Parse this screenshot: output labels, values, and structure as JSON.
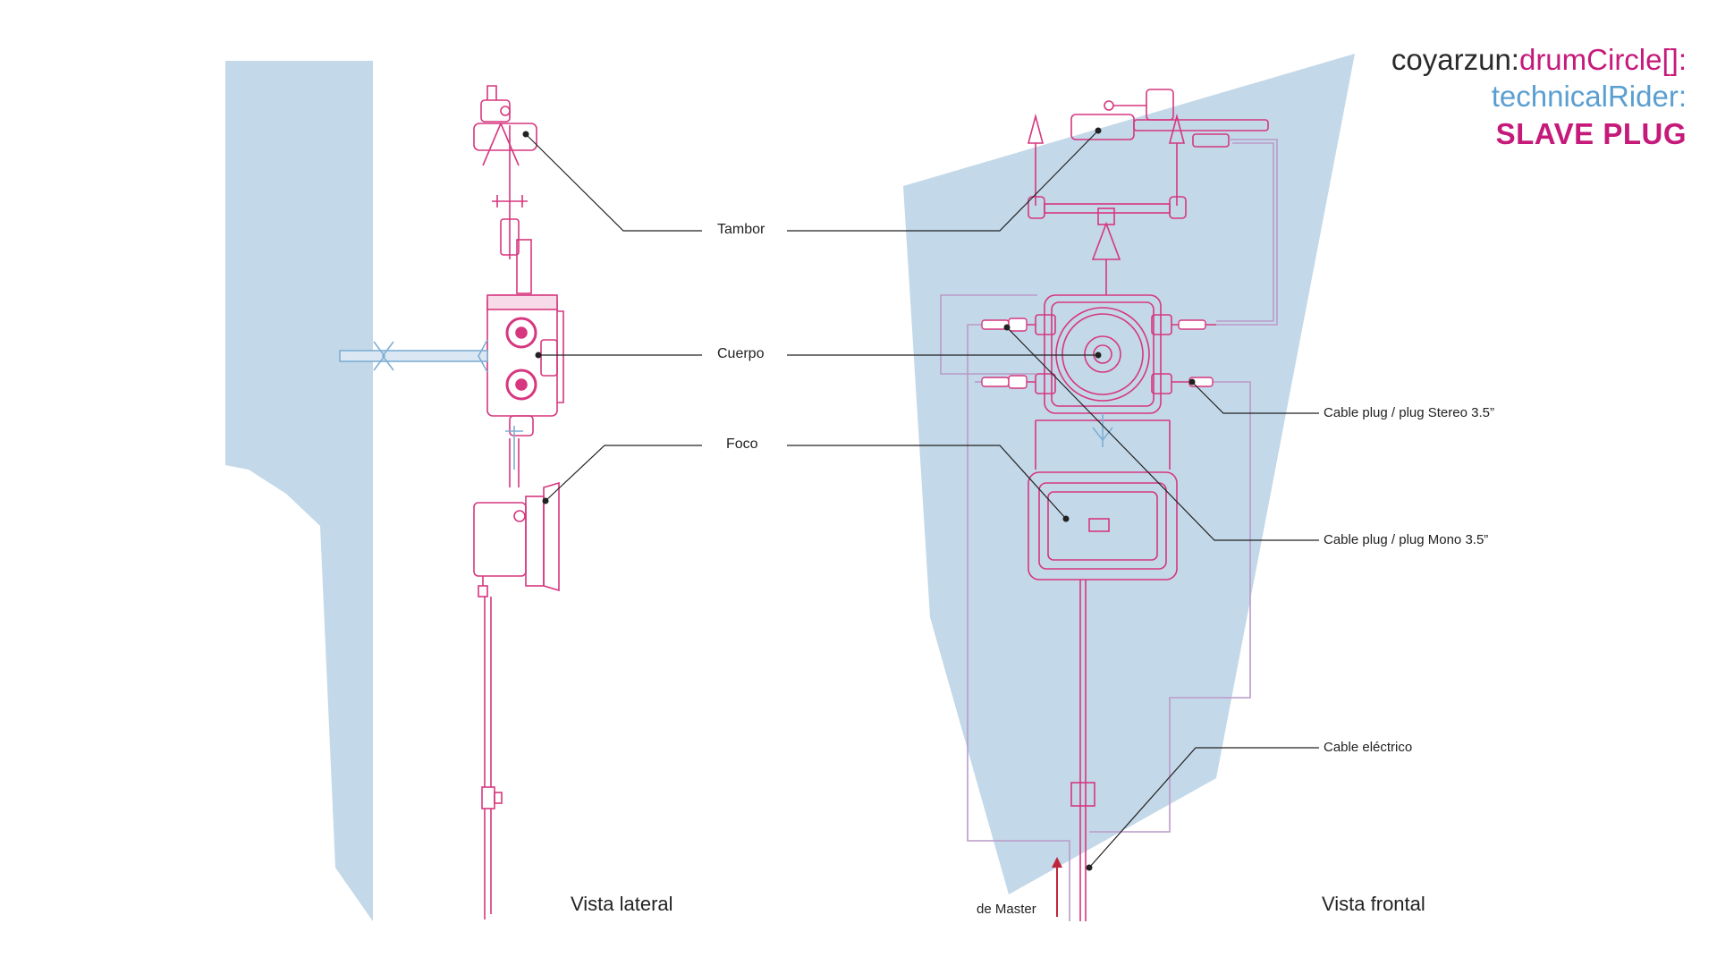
{
  "title": {
    "line1_prefix": "coyarzun:",
    "line1_accent": "drumCircle[]:",
    "line2": "technicalRider:",
    "line3": "SLAVE PLUG"
  },
  "labels": {
    "tambor": "Tambor",
    "cuerpo": "Cuerpo",
    "foco": "Foco",
    "stereo": "Cable plug / plug Stereo 3.5”",
    "mono": "Cable plug / plug Mono 3.5”",
    "electrico": "Cable eléctrico",
    "de_master": "de Master"
  },
  "captions": {
    "lateral": "Vista lateral",
    "frontal": "Vista frontal"
  },
  "colors": {
    "wall": "#c3d8e8",
    "pink": "#d6377f",
    "blue": "#7eaed4",
    "leader": "#222222",
    "arrow": "#c0263a"
  }
}
